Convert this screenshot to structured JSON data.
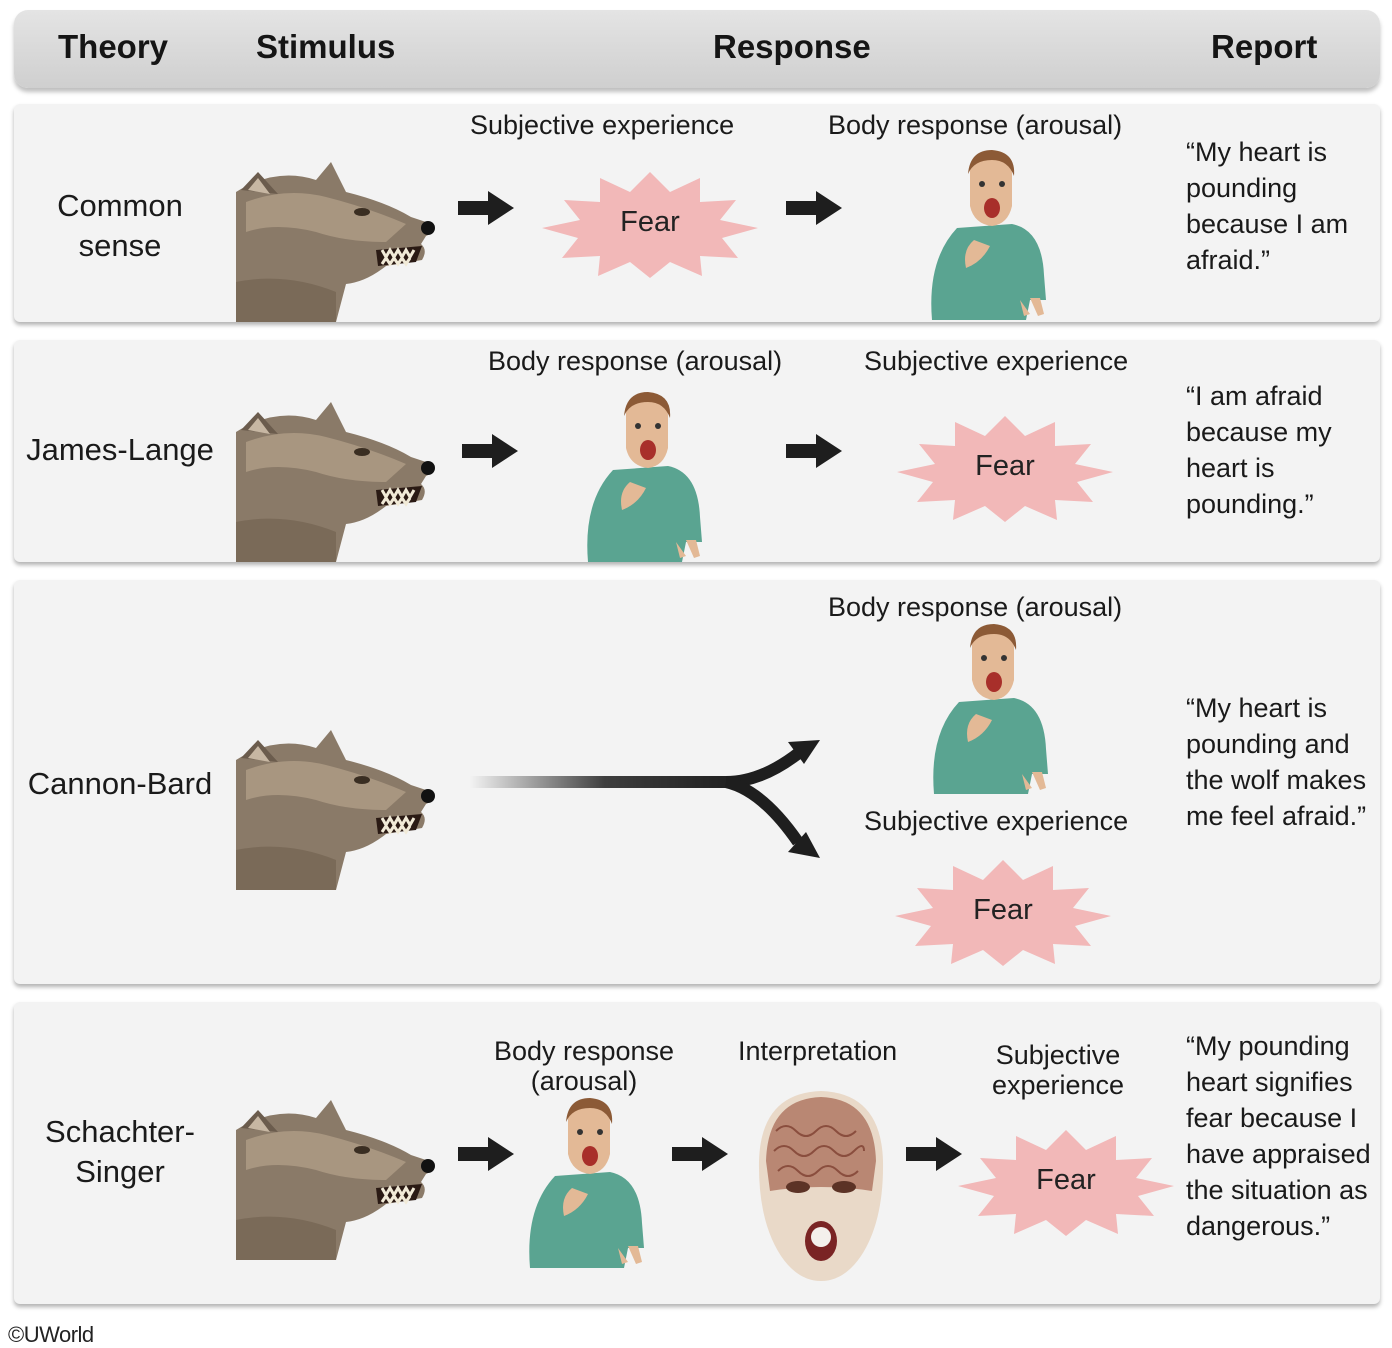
{
  "header": {
    "theory": "Theory",
    "stimulus": "Stimulus",
    "response": "Response",
    "report": "Report"
  },
  "rows": [
    {
      "theory": "Common\nsense",
      "label_a": "Subjective experience",
      "label_b": "Body response (arousal)",
      "fear": "Fear",
      "report": "“My heart is pounding because I am afraid.”"
    },
    {
      "theory": "James-Lange",
      "label_a": "Body response (arousal)",
      "label_b": "Subjective experience",
      "fear": "Fear",
      "report": "“I am afraid because my heart is pounding.”"
    },
    {
      "theory": "Cannon-Bard",
      "label_a": "Body response (arousal)",
      "label_b": "Subjective experience",
      "fear": "Fear",
      "report": "“My heart is pounding and the wolf makes me feel afraid.”"
    },
    {
      "theory": "Schachter-\nSinger",
      "label_a": "Body response\n(arousal)",
      "label_b": "Interpretation",
      "label_c": "Subjective\nexperience",
      "fear": "Fear",
      "report": "“My pounding heart signifies fear because I have appraised the situation as dangerous.”"
    }
  ],
  "copyright": "©UWorld",
  "colors": {
    "fear_burst": "#f2b8b8",
    "shirt": "#5aa491",
    "wolf": "#8a7a68",
    "arrow": "#1e1e1e"
  },
  "icons": [
    "wolf-icon",
    "frightened-man-icon",
    "fear-burst-icon",
    "brain-face-icon",
    "arrow-icon",
    "branching-arrow-icon"
  ]
}
